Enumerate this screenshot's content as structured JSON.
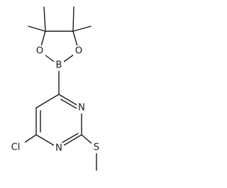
{
  "atoms": {
    "boron": "B",
    "oxygen_left": "O",
    "oxygen_right": "O",
    "nitrogen_top": "N",
    "nitrogen_bottom": "N",
    "chlorine": "Cl",
    "sulfur": "S"
  },
  "colors": {
    "bond": "#1a1a1a",
    "background": "#ffffff"
  }
}
